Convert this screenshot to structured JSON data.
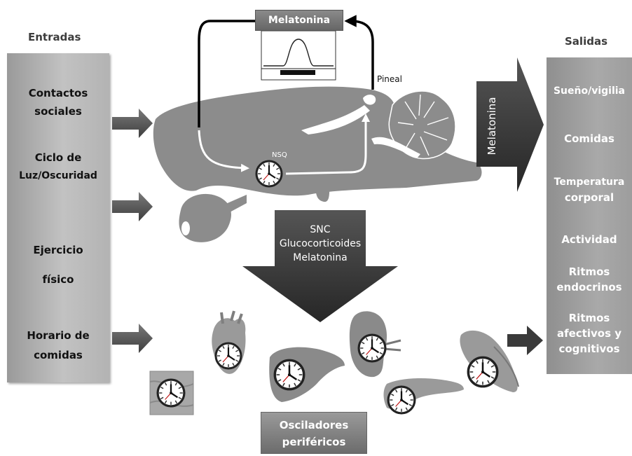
{
  "entradas": {
    "title": "Entradas",
    "items": [
      "Contactos sociales",
      "Ciclo de Luz/Oscuridad",
      "Ejercicio físico",
      "Horario de comidas"
    ],
    "lines": [
      "Contactos",
      "sociales",
      "Ciclo de",
      "Luz/Oscuridad",
      "Ejercicio",
      "físico",
      "Horario de",
      "comidas"
    ]
  },
  "salidas": {
    "title": "Salidas",
    "items": [
      "Sueño/vigilia",
      "Comidas",
      "Temperatura corporal",
      "Actividad",
      "Ritmos endocrinos",
      "Ritmos afectivos y cognitivos"
    ],
    "lines": [
      "Sueño/vigilia",
      "Comidas",
      "Temperatura",
      "corporal",
      "Actividad",
      "Ritmos",
      "endocrinos",
      "Ritmos",
      "afectivos y",
      "cognitivos"
    ]
  },
  "brain": {
    "melatonina_box": "Melatonina",
    "pineal": "Pineal",
    "nsq": "NSQ",
    "melatonina_arrow": "Melatonina"
  },
  "signals": {
    "lines": [
      "SNC",
      "Glucocorticoides",
      "Melatonina"
    ]
  },
  "perifericos": {
    "lines": [
      "Osciladores",
      "periféricos"
    ]
  },
  "colors": {
    "panel": "#b3b3b3",
    "brain": "#8c8c8c",
    "dark_arrow": "#3a3a3a",
    "small_arrow": "#4a4a4a"
  }
}
